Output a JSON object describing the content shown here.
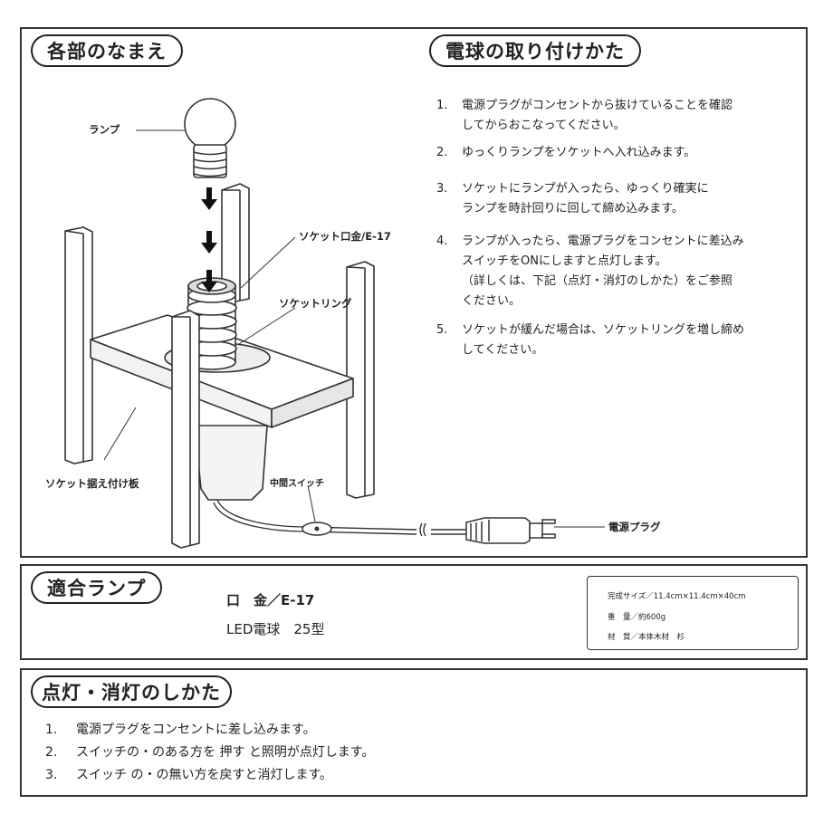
{
  "parts_section": {
    "title": "各部のなまえ",
    "labels": {
      "lamp": "ランプ",
      "socket_base": "ソケット口金/E-17",
      "socket_ring": "ソケットリング",
      "mount_board": "ソケット据え付け板",
      "inline_switch": "中間スイッチ",
      "plug": "電源プラグ"
    }
  },
  "install_section": {
    "title": "電球の取り付けかた",
    "steps": [
      {
        "num": "1.",
        "text": "電源プラグがコンセントから抜けていることを確認\nしてからおこなってください。"
      },
      {
        "num": "2.",
        "text": "ゆっくりランプをソケットへ入れ込みます。"
      },
      {
        "num": "3.",
        "text": "ソケットにランプが入ったら、ゆっくり確実に\nランプを時計回りに回して締め込みます。"
      },
      {
        "num": "4.",
        "text": "ランプが入ったら、電源プラグをコンセントに差込み\nスイッチをONにしますと点灯します。\n（詳しくは、下記（点灯・消灯のしかた）をご参照\nください。"
      },
      {
        "num": "5.",
        "text": "ソケットが緩んだ場合は、ソケットリングを増し締め\nしてください。"
      }
    ]
  },
  "lamp_section": {
    "title": "適合ランプ",
    "base": "口　金／E-17",
    "bulb": "LED電球　25型",
    "specs": [
      "完成サイズ／11.4cm×11.4cm×40cm",
      "重　量／約600g",
      "材　質／本体木材　杉"
    ]
  },
  "onoff_section": {
    "title": "点灯・消灯のしかた",
    "steps": [
      {
        "num": "1.",
        "text": "電源プラグをコンセントに差し込みます。"
      },
      {
        "num": "2.",
        "text": "スイッチの・のある方を 押す と照明が点灯します。"
      },
      {
        "num": "3.",
        "text": "スイッチ の・の無い方を戻すと消灯します。"
      }
    ]
  }
}
